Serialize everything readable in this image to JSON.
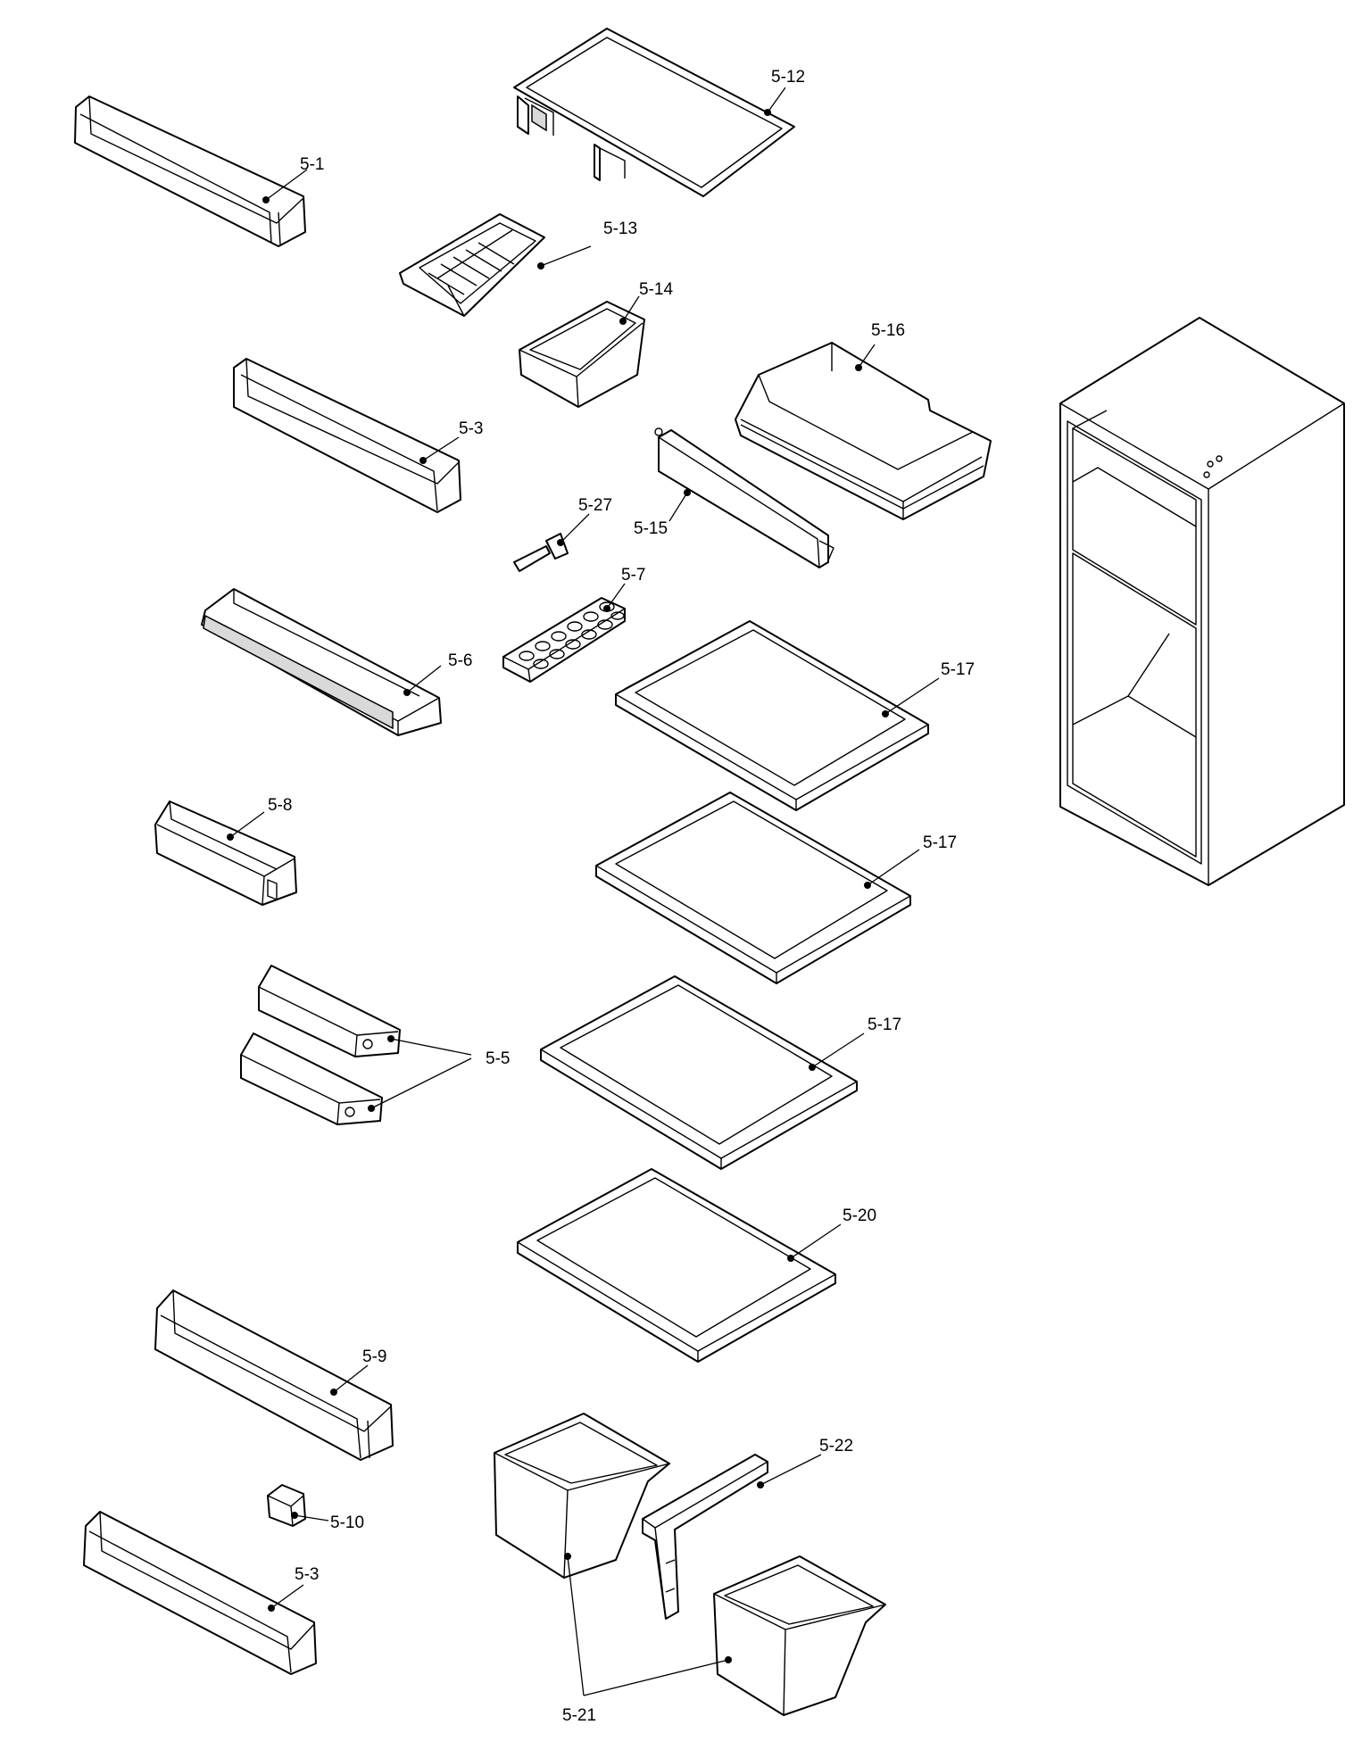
{
  "labels": {
    "p5_1": "5-1",
    "p5_3a": "5-3",
    "p5_3b": "5-3",
    "p5_5": "5-5",
    "p5_6": "5-6",
    "p5_7": "5-7",
    "p5_8": "5-8",
    "p5_9": "5-9",
    "p5_10": "5-10",
    "p5_12": "5-12",
    "p5_13": "5-13",
    "p5_14": "5-14",
    "p5_15": "5-15",
    "p5_16": "5-16",
    "p5_17a": "5-17",
    "p5_17b": "5-17",
    "p5_17c": "5-17",
    "p5_20": "5-20",
    "p5_21": "5-21",
    "p5_22": "5-22",
    "p5_27": "5-27"
  }
}
